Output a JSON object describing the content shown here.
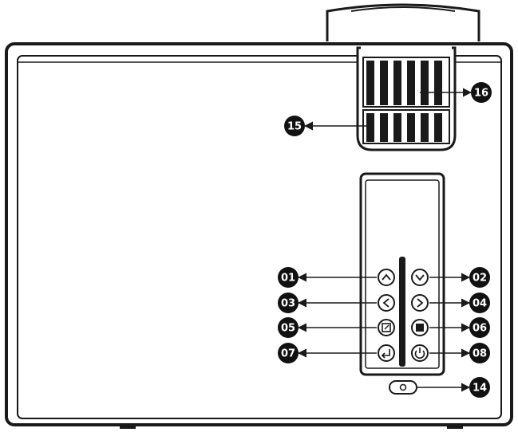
{
  "callouts": [
    {
      "id": "01",
      "label": "01"
    },
    {
      "id": "02",
      "label": "02"
    },
    {
      "id": "03",
      "label": "03"
    },
    {
      "id": "04",
      "label": "04"
    },
    {
      "id": "05",
      "label": "05"
    },
    {
      "id": "06",
      "label": "06"
    },
    {
      "id": "07",
      "label": "07"
    },
    {
      "id": "08",
      "label": "08"
    },
    {
      "id": "14",
      "label": "14"
    },
    {
      "id": "15",
      "label": "15"
    },
    {
      "id": "16",
      "label": "16"
    }
  ],
  "colors": {
    "outline": "#1a1a1a",
    "badge": "#111111",
    "badge_text": "#ffffff",
    "background": "#ffffff"
  }
}
